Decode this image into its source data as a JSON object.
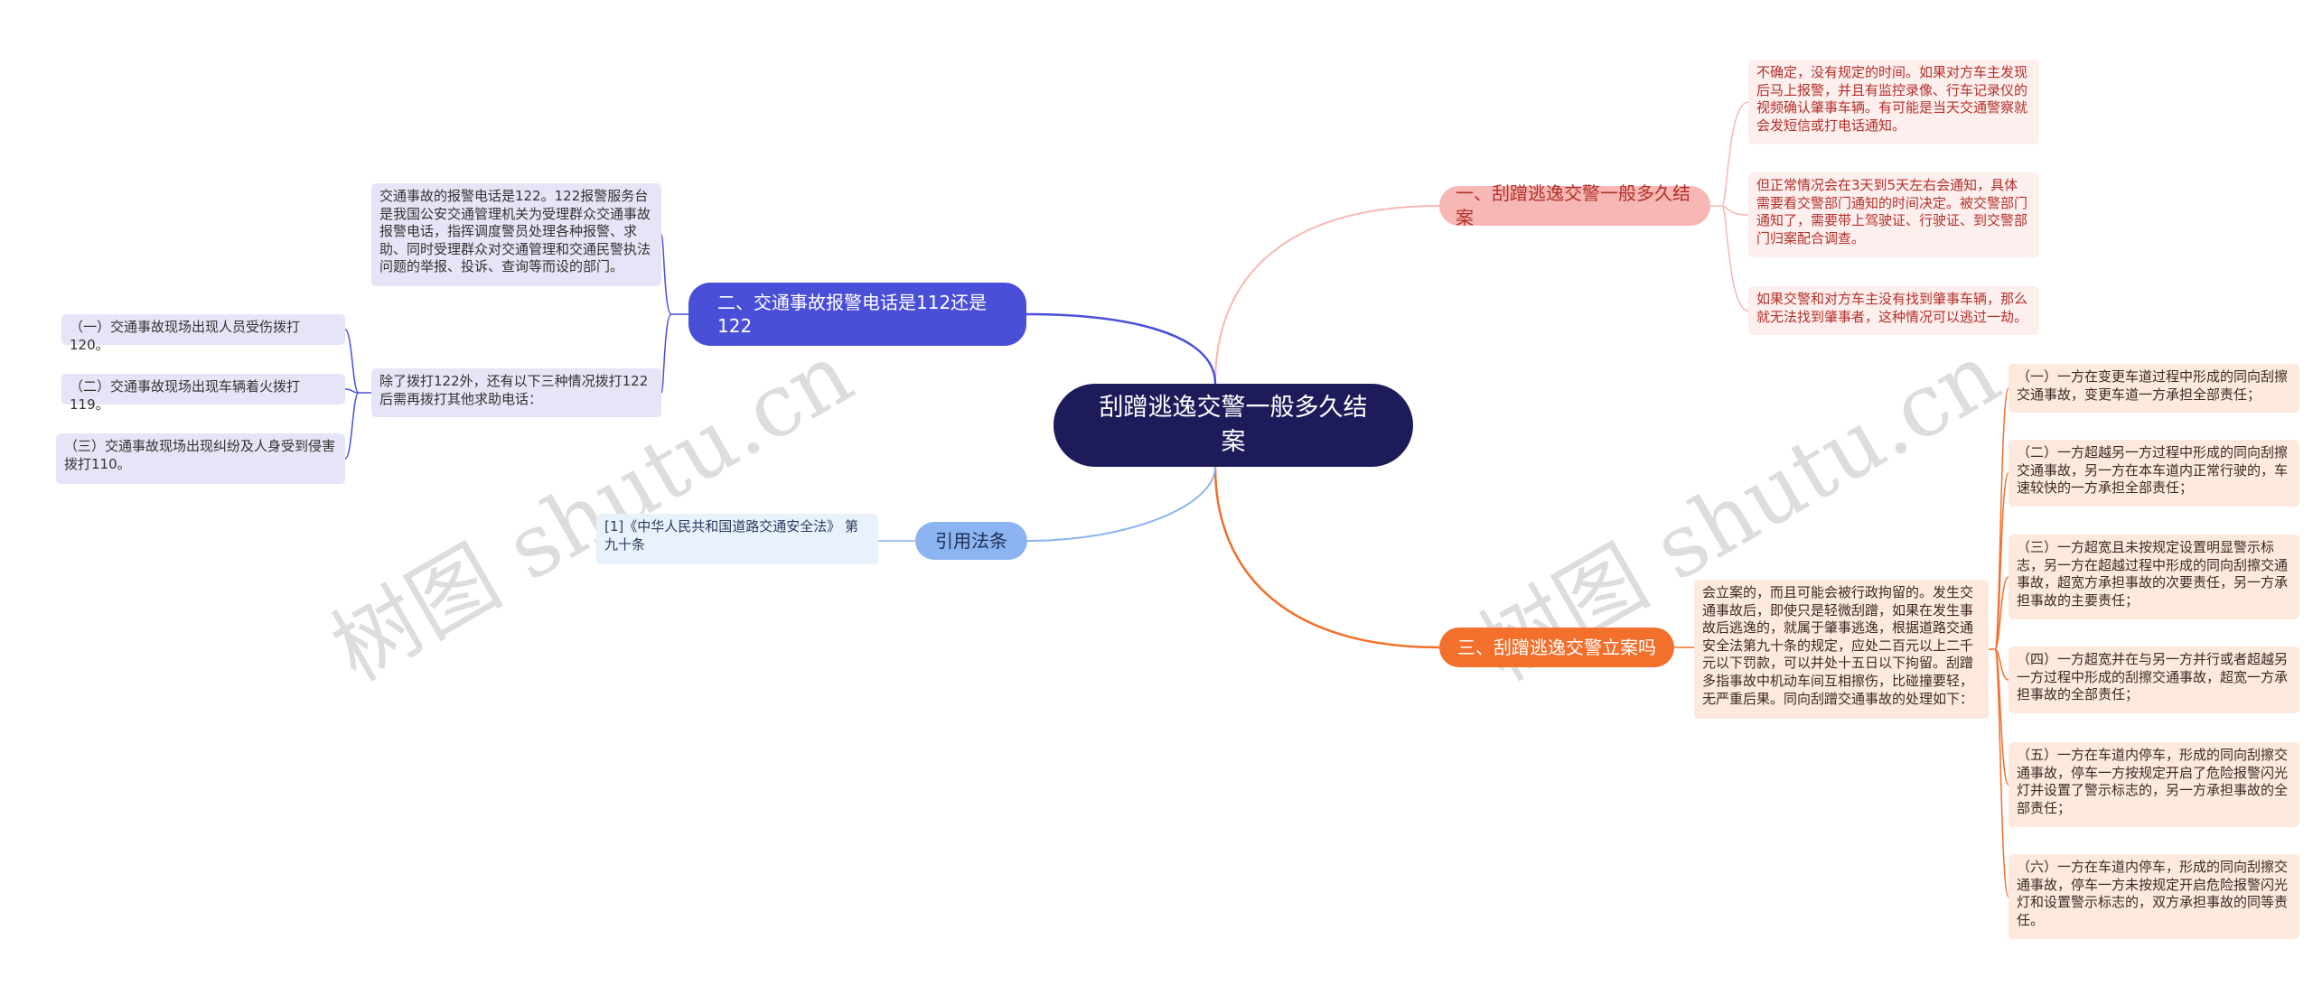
{
  "watermark": "树图 shutu.cn",
  "root": {
    "title": "刮蹭逃逸交警一般多久结案"
  },
  "branches": {
    "b1": {
      "title": "一、刮蹭逃逸交警一般多久结案"
    },
    "b2": {
      "title": "二、交通事故报警电话是112还是122"
    },
    "b3": {
      "title": "三、刮蹭逃逸交警立案吗"
    },
    "b4": {
      "title": "引用法条"
    }
  },
  "leaves": {
    "b1_1": "不确定，没有规定的时间。如果对方车主发现后马上报警，并且有监控录像、行车记录仪的视频确认肇事车辆。有可能是当天交通警察就会发短信或打电话通知。",
    "b1_2": "但正常情况会在3天到5天左右会通知，具体需要看交警部门通知的时间决定。被交警部门通知了，需要带上驾驶证、行驶证、到交警部门归案配合调查。",
    "b1_3": "如果交警和对方车主没有找到肇事车辆，那么就无法找到肇事者，这种情况可以逃过一劫。",
    "b2_1": "交通事故的报警电话是122。122报警服务台是我国公安交通管理机关为受理群众交通事故报警电话，指挥调度警员处理各种报警、求助、同时受理群众对交通管理和交通民警执法问题的举报、投诉、查询等而设的部门。",
    "b2_2": "除了拨打122外，还有以下三种情况拨打122后需再拨打其他求助电话：",
    "b2_2_1": "（一）交通事故现场出现人员受伤拨打120。",
    "b2_2_2": "（二）交通事故现场出现车辆着火拨打119。",
    "b2_2_3": "（三）交通事故现场出现纠纷及人身受到侵害拨打110。",
    "b3_1": "会立案的，而且可能会被行政拘留的。发生交通事故后，即使只是轻微刮蹭，如果在发生事故后逃逸的，就属于肇事逃逸，根据道路交通安全法第九十条的规定，应处二百元以上二千元以下罚款，可以并处十五日以下拘留。刮蹭多指事故中机动车间互相擦伤，比碰撞要轻，无严重后果。同向刮蹭交通事故的处理如下：",
    "b3_1_1": "（一）一方在变更车道过程中形成的同向刮擦交通事故，变更车道一方承担全部责任；",
    "b3_1_2": "（二）一方超越另一方过程中形成的同向刮擦交通事故，另一方在本车道内正常行驶的，车速较快的一方承担全部责任；",
    "b3_1_3": "（三）一方超宽且未按规定设置明显警示标志，另一方在超越过程中形成的同向刮擦交通事故，超宽方承担事故的次要责任，另一方承担事故的主要责任；",
    "b3_1_4": "（四）一方超宽并在与另一方并行或者超越另一方过程中形成的刮擦交通事故，超宽一方承担事故的全部责任；",
    "b3_1_5": "（五）一方在车道内停车，形成的同向刮擦交通事故，停车一方按规定开启了危险报警闪光灯并设置了警示标志的，另一方承担事故的全部责任；",
    "b3_1_6": "（六）一方在车道内停车，形成的同向刮擦交通事故，停车一方未按规定开启危险报警闪光灯和设置警示标志的，双方承担事故的同等责任。",
    "b4_1": "[1]《中华人民共和国道路交通安全法》 第九十条"
  },
  "colors": {
    "root": "#1e1b5a",
    "b1": "#f7b7b4",
    "b2": "#4a4fd8",
    "b3": "#f26f2c",
    "b4": "#8bb4f0"
  }
}
